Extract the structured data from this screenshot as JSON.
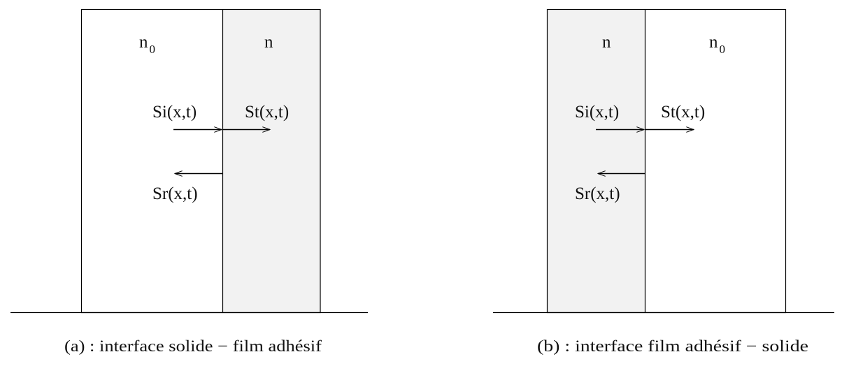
{
  "colors": {
    "film_fill": "#f2f2f2",
    "stroke": "#000000"
  },
  "panels": [
    {
      "left_medium": {
        "symbol": "n",
        "subscript": "0"
      },
      "right_medium": {
        "symbol": "n",
        "subscript": ""
      },
      "shaded_side": "right",
      "incident": "Si(x,t)",
      "transmitted": "St(x,t)",
      "reflected": "Sr(x,t)",
      "caption": "(a) : interface solide − film adhésif"
    },
    {
      "left_medium": {
        "symbol": "n",
        "subscript": ""
      },
      "right_medium": {
        "symbol": "n",
        "subscript": "0"
      },
      "shaded_side": "left",
      "incident": "Si(x,t)",
      "transmitted": "St(x,t)",
      "reflected": "Sr(x,t)",
      "caption": "(b) : interface film adhésif − solide"
    }
  ]
}
